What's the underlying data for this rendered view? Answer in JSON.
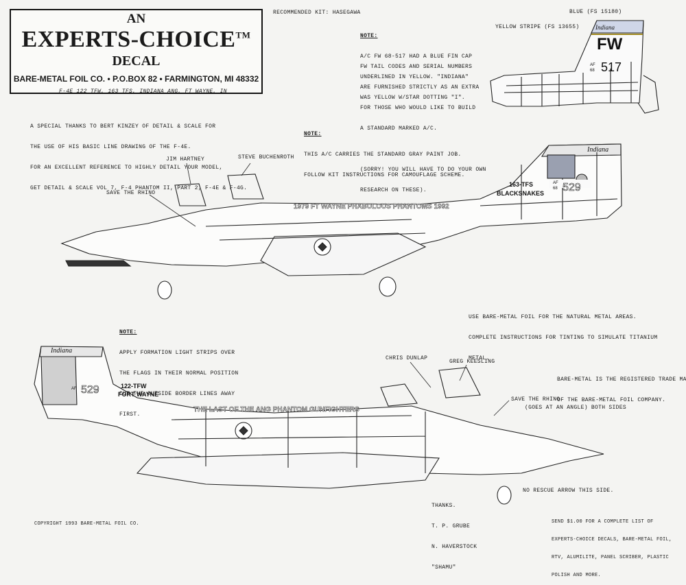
{
  "brand": {
    "an": "AN",
    "name": "EXPERTS-CHOICE",
    "tm": "TM",
    "decal": "DECAL",
    "address": "BARE-METAL FOIL CO. • P.O.BOX 82 • FARMINGTON, MI 48332"
  },
  "header": {
    "recommended_kit": "RECOMMENDED KIT: HASEGAWA",
    "subject": "F-4E 122 TFW, 163 TFS, INDIANA ANG, FT WAYNE, IN"
  },
  "thanks_block": {
    "lines": [
      "A SPECIAL THANKS TO BERT KINZEY OF DETAIL & SCALE FOR",
      "THE USE OF HIS BASIC LINE DRAWING OF THE F-4E.",
      "FOR AN EXCELLENT REFERENCE TO HIGHLY DETAIL YOUR MODEL,",
      "GET DETAIL & SCALE VOL 7, F-4 PHANTOM II, PART 2, F-4E & F-4G."
    ]
  },
  "note_fin_cap": {
    "heading": "NOTE:",
    "lines": [
      "A/C FW 68-517 HAD A BLUE FIN CAP",
      "UNDERLINED IN YELLOW. \"INDIANA\"",
      "WAS YELLOW W/STAR DOTTING \"I\"."
    ]
  },
  "note_tail_codes": {
    "lines": [
      "FW TAIL CODES AND SERIAL NUMBERS",
      "ARE FURNISHED STRICTLY AS AN EXTRA",
      "FOR THOSE WHO WOULD LIKE TO BUILD",
      "A STANDARD MARKED A/C.",
      "",
      "(SORRY! YOU WILL HAVE TO DO YOUR OWN",
      "RESEARCH ON THESE)."
    ]
  },
  "tail_detail": {
    "blue_label": "BLUE (FS 15180)",
    "yellow_label": "YELLOW STRIPE (FS 13655)",
    "indiana": "Indiana",
    "code": "FW",
    "af": "AF",
    "year": "68",
    "serial": "517"
  },
  "note_paint": {
    "heading": "NOTE:",
    "lines": [
      "THIS A/C CARRIES THE STANDARD GRAY PAINT JOB.",
      "FOLLOW KIT INSTRUCTIONS FOR CAMOUFLAGE SCHEME."
    ]
  },
  "aircraft_top": {
    "callouts": {
      "jim_hartney": "JIM HARTNEY",
      "steve_buchenroth": "STEVE BUCHENROTH",
      "save_the_rhino": "SAVE THE RHINO"
    },
    "fuselage_text": "1979 FT WAYNE PHABULOUS PHANTOMS 1992",
    "tail_indiana": "Indiana",
    "squadron": "163-TFS",
    "squadron_name": "BLACKSNAKES",
    "tail_af": "AF",
    "tail_year": "68",
    "tail_serial": "529"
  },
  "bare_metal_note": {
    "lines": [
      "USE BARE-METAL FOIL FOR THE NATURAL METAL AREAS.",
      "COMPLETE INSTRUCTIONS FOR TINTING TO SIMULATE TITANIUM",
      "METAL."
    ]
  },
  "note_formation": {
    "heading": "NOTE:",
    "lines": [
      "APPLY FORMATION LIGHT STRIPS OVER",
      "THE FLAGS IN THEIR NORMAL POSITION",
      "CUT THE OUTSIDE BORDER LINES AWAY",
      "FIRST."
    ]
  },
  "trademark_note": {
    "lines": [
      "BARE-METAL IS THE REGISTERED TRADE MARK",
      "OF THE BARE-METAL FOIL COMPANY."
    ]
  },
  "aircraft_bottom": {
    "callouts": {
      "chris_dunlap": "CHRIS DUNLAP",
      "greg_keesling": "GREG KEESLING",
      "save_the_rhino": "SAVE THE RHINO",
      "angle_note": "(GOES AT AN ANGLE) BOTH SIDES",
      "no_rescue": "NO RESCUE ARROW THIS SIDE."
    },
    "fuselage_text": "THE LAST OF THE ANG PHANTOM GUNFIGHTERS",
    "tail_indiana": "Indiana",
    "tail_af": "AF",
    "tail_serial": "529",
    "wing": "122-TFW",
    "city": "FORT WAYNE"
  },
  "thanks_names": {
    "lines": [
      "THANKS.",
      "T. P. GRUBE",
      "N. HAVERSTOCK",
      "\"SHAMU\""
    ]
  },
  "send_note": {
    "lines": [
      "SEND $1.00 FOR A COMPLETE LIST OF",
      "EXPERTS-CHOICE DECALS, BARE-METAL FOIL,",
      "RTV, ALUMILITE, PANEL SCRIBER, PLASTIC",
      "POLISH AND MORE."
    ]
  },
  "copyright": "COPYRIGHT 1993 BARE-METAL FOIL CO."
}
